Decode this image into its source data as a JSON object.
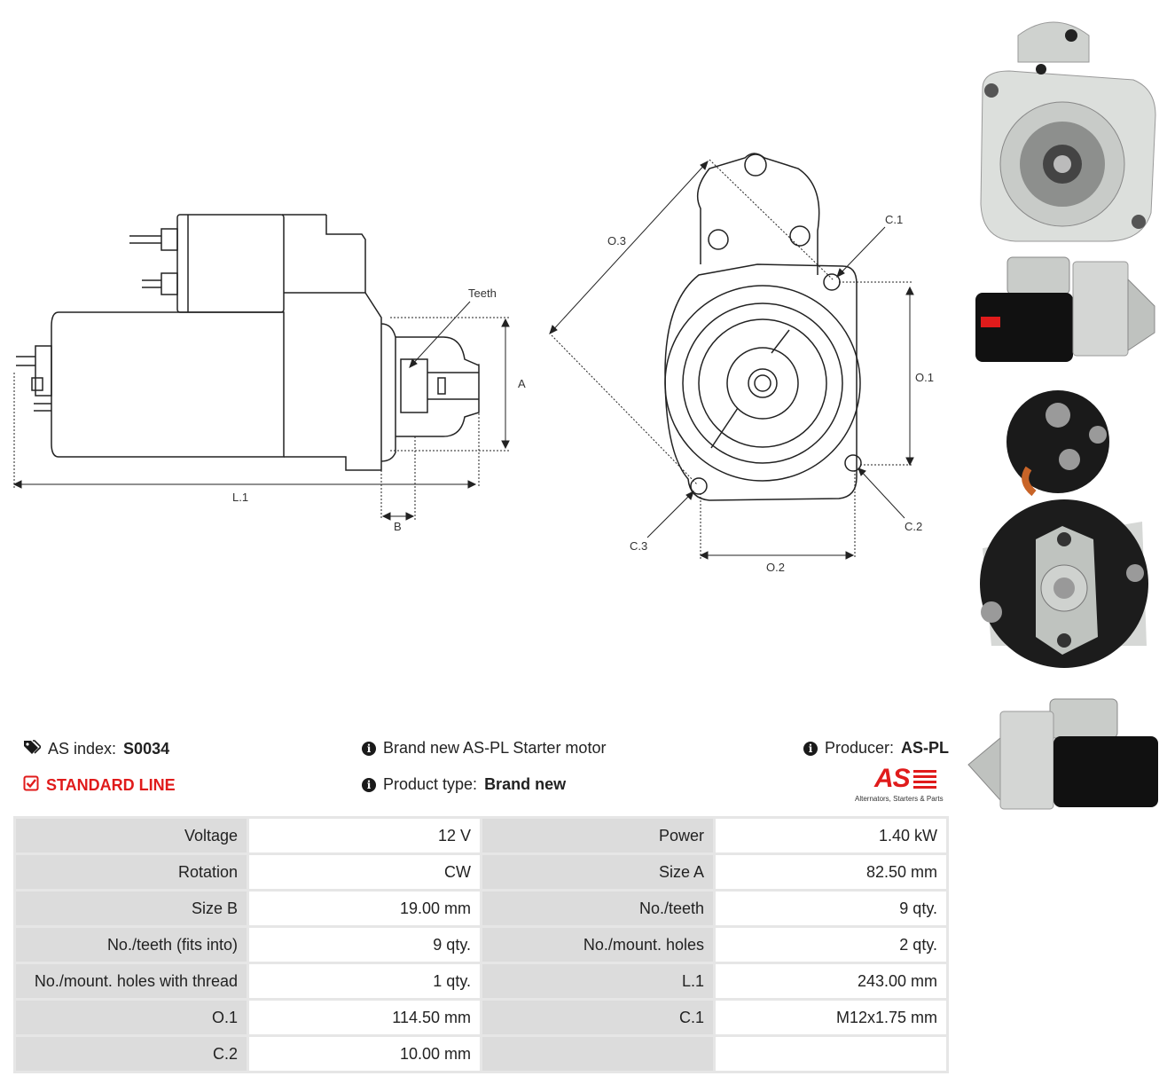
{
  "diagram": {
    "labels": {
      "teeth": "Teeth",
      "a": "A",
      "b": "B",
      "l1": "L.1",
      "o1": "O.1",
      "o2": "O.2",
      "o3": "O.3",
      "c1": "C.1",
      "c2": "C.2",
      "c3": "C.3"
    }
  },
  "info": {
    "as_index_label": "AS index:",
    "as_index_value": "S0034",
    "standard_line": "STANDARD LINE",
    "brand_text": "Brand new AS-PL Starter motor",
    "product_type_label": "Product type:",
    "product_type_value": "Brand new",
    "producer_label": "Producer:",
    "producer_value": "AS-PL",
    "logo_text": "AS",
    "logo_tagline": "Alternators, Starters & Parts"
  },
  "specs": [
    [
      "Voltage",
      "12 V",
      "Power",
      "1.40 kW"
    ],
    [
      "Rotation",
      "CW",
      "Size A",
      "82.50 mm"
    ],
    [
      "Size B",
      "19.00 mm",
      "No./teeth",
      "9 qty."
    ],
    [
      "No./teeth (fits into)",
      "9 qty.",
      "No./mount. holes",
      "2 qty."
    ],
    [
      "No./mount. holes with thread",
      "1 qty.",
      "L.1",
      "243.00 mm"
    ],
    [
      "O.1",
      "114.50 mm",
      "C.1",
      "M12x1.75 mm"
    ],
    [
      "C.2",
      "10.00 mm",
      "",
      ""
    ]
  ],
  "colors": {
    "accent_red": "#e01b1b",
    "table_key_bg": "#dcdcdc",
    "table_border": "#e6e6e6"
  },
  "icons": [
    "tags-icon",
    "check-square-icon",
    "info-circle-icon"
  ]
}
